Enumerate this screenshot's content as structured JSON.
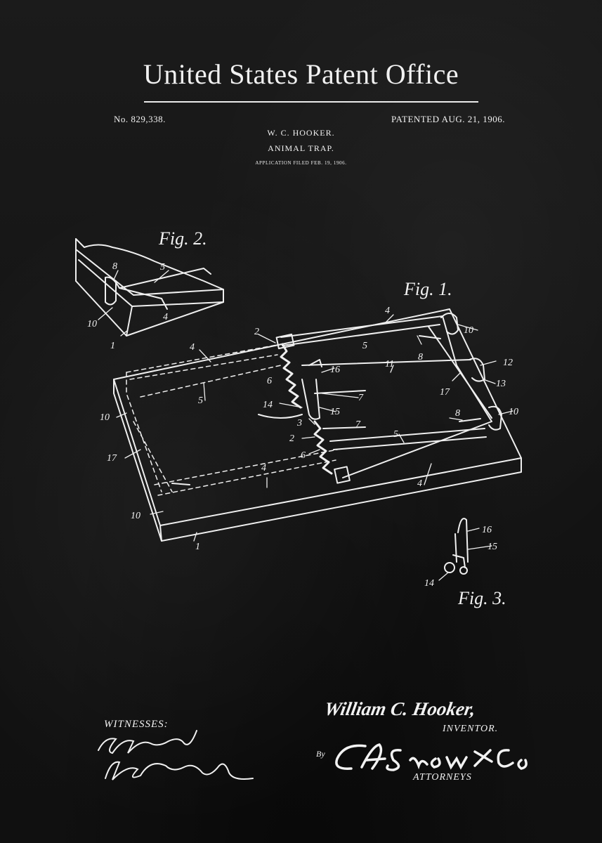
{
  "header": {
    "title": "United States Patent Office",
    "patent_number": "No. 829,338.",
    "patent_date": "PATENTED AUG. 21, 1906.",
    "inventor": "W. C. HOOKER.",
    "subject": "ANIMAL TRAP.",
    "filed": "APPLICATION FILED FEB. 19, 1906."
  },
  "figures": {
    "fig1_label": "Fig. 1.",
    "fig2_label": "Fig. 2.",
    "fig3_label": "Fig. 3.",
    "reference_numerals": [
      "1",
      "2",
      "3",
      "4",
      "5",
      "6",
      "7",
      "8",
      "10",
      "11",
      "12",
      "13",
      "14",
      "15",
      "16",
      "17"
    ]
  },
  "footer": {
    "witnesses_label": "WITNESSES:",
    "inventor_signature": "William C. Hooker,",
    "inventor_label": "INVENTOR.",
    "by_label": "By",
    "attorney_signature": "C.A. Snow & Co",
    "attorneys_label": "ATTORNEYS"
  },
  "colors": {
    "background": "#141414",
    "ink": "#f1f1f1"
  }
}
